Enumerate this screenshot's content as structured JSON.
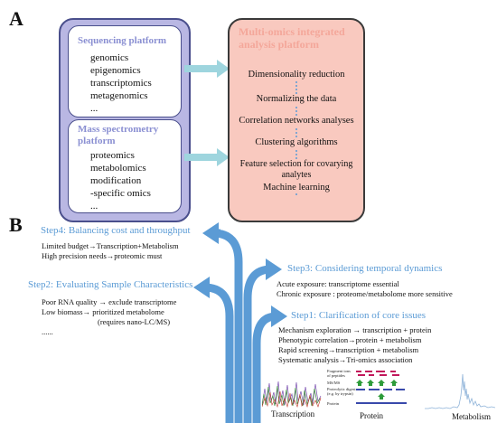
{
  "panel_a": {
    "label": "A",
    "sequencing": {
      "title": "Sequencing platform",
      "items": [
        "genomics",
        "epigenomics",
        "transcriptomics",
        "metagenomics",
        "..."
      ]
    },
    "mass_spec": {
      "title": "Mass spectrometry platform",
      "items": [
        "proteomics",
        "metabolomics",
        "modification",
        "-specific omics",
        "..."
      ]
    },
    "integrated": {
      "title": "Multi-omics integrated analysis platform",
      "steps": [
        "Dimensionality reduction",
        "Normalizing the data",
        "Correlation networks analyses",
        "Clustering algorithms",
        "Feature selection for covarying analytes",
        "Machine learning"
      ]
    }
  },
  "panel_b": {
    "label": "B",
    "step4": {
      "title": "Step4: Balancing cost and throughput",
      "lines": [
        "Limited budget→Transcription+Metabolism",
        "High precision needs→proteomic must"
      ]
    },
    "step2": {
      "title": "Step2: Evaluating Sample Characteristics",
      "lines": [
        "Poor RNA quality → exclude transcriptome",
        "Low biomass→ prioritized metabolome",
        "(requires nano-LC/MS)",
        "......"
      ]
    },
    "step3": {
      "title": "Step3: Considering temporal dynamics",
      "lines": [
        "Acute exposure: transcriptome essential",
        "Chronic exposure : proteome/metabolome more sensitive"
      ]
    },
    "step1": {
      "title": "Step1: Clarification of core issues",
      "lines": [
        "Mechanism exploration → transcription + protein",
        "Phenotypic correlation→protein + metabolism",
        "Rapid screening→transcription + metabolism",
        "Systematic analysis→Tri-omics association"
      ]
    },
    "thumbnails": {
      "transcription": "Transcription",
      "protein": "Protein",
      "metabolism": "Metabolism",
      "protein_labels": [
        "Fragment ions of peptides",
        "MS/MS",
        "Proteolytic digest (e.g. by trypsin)",
        "Protein"
      ]
    }
  },
  "colors": {
    "left_box_fill": "#b9b7e3",
    "left_box_border": "#4a4f8c",
    "inner_box_fill": "#ffffff",
    "inner_title": "#8a8fd2",
    "right_box_fill": "#f9c9bf",
    "right_box_border": "#3a3a3a",
    "right_title": "#f4a79a",
    "teal_arrow": "#9ed5de",
    "blue_arrow": "#5b9bd5",
    "step_text": "#5b9bd5"
  }
}
